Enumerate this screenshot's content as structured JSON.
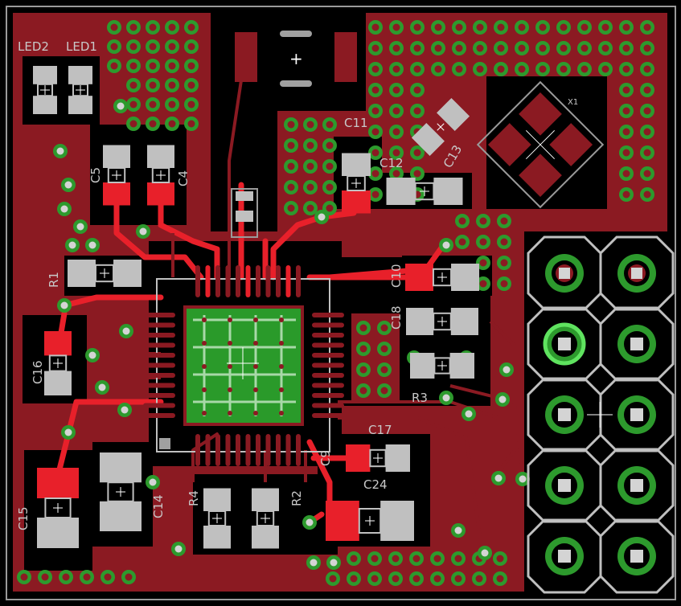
{
  "app": {
    "view": "PCB board layout"
  },
  "colors": {
    "background": "#000000",
    "copper_top": "#8b1a22",
    "trace": "#e8202a",
    "smd_pad": "#e8202a",
    "silkscreen": "#c0c0c0",
    "via_ring": "#2d9a2d",
    "via_hole": "#d4d4d4",
    "thermal_pad": "#2a9a2a",
    "label": "#c8c8c8",
    "outline": "#a0a0a0"
  },
  "labels": {
    "led2": "LED2",
    "led1": "LED1",
    "c5": "C5",
    "c4": "C4",
    "c11": "C11",
    "c12": "C12",
    "c13": "C13",
    "r1": "R1",
    "c10": "C10",
    "c18": "C18",
    "c16": "C16",
    "r3": "R3",
    "c17": "C17",
    "c15": "C15",
    "c14": "C14",
    "r4": "R4",
    "r2": "R2",
    "c24": "C24",
    "c9": "C9",
    "x1": "X1"
  }
}
